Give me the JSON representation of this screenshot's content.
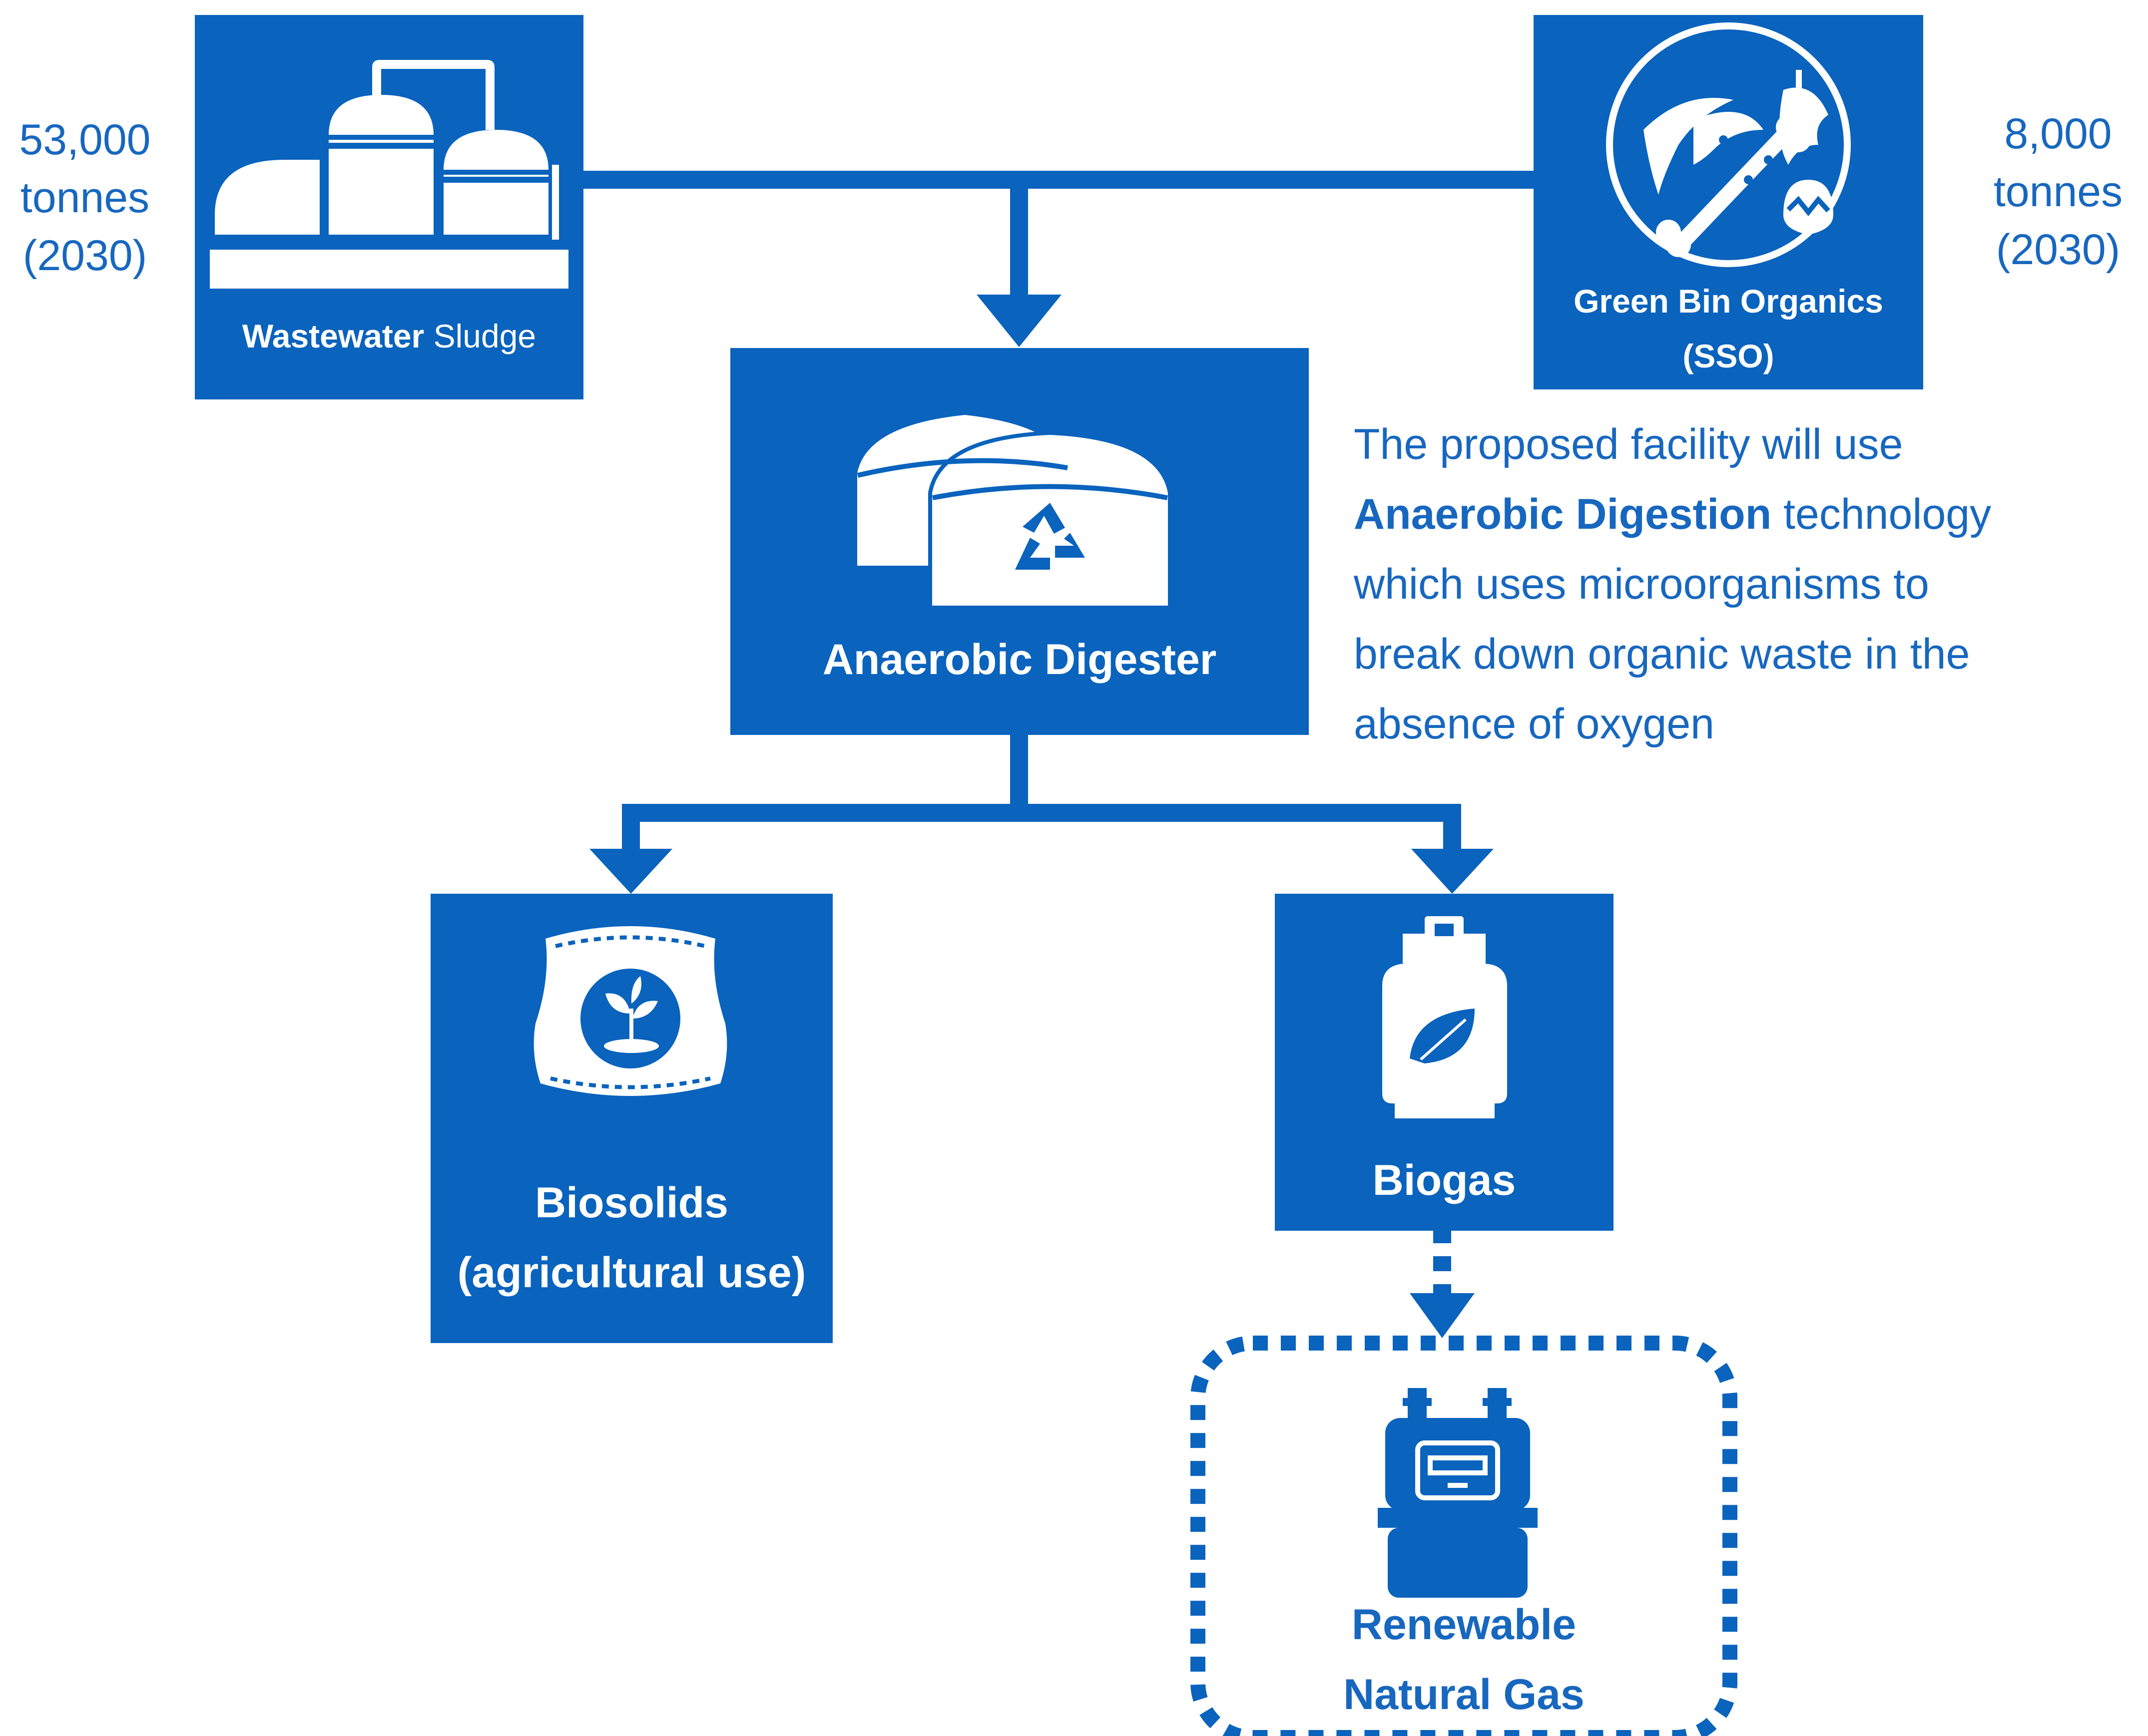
{
  "accent_color": "#0a63bd",
  "text_color": "#1767bf",
  "background_color": "#ffffff",
  "inputs": {
    "wastewater": {
      "label_bold": "Wastewater",
      "label_regular": "Sludge",
      "icon": "treatment-plant-icon",
      "amount": "53,000",
      "unit": "tonnes",
      "year": "(2030)"
    },
    "green_bin": {
      "label_line1": "Green Bin Organics",
      "label_line2": "(SSO)",
      "icon": "food-scraps-icon",
      "amount": "8,000",
      "unit": "tonnes",
      "year": "(2030)"
    }
  },
  "digester": {
    "label": "Anaerobic Digester",
    "icon": "digester-tanks-recycle-icon"
  },
  "description": {
    "line1": "The proposed facility will use",
    "bold": "Anaerobic Digestion",
    "after_bold": " technology",
    "line3": "which uses microorganisms to",
    "line4": "break down organic waste in the",
    "line5": "absence of oxygen"
  },
  "outputs": {
    "biosolids": {
      "label_line1": "Biosolids",
      "label_line2": "(agricultural use)",
      "icon": "fertilizer-bag-icon"
    },
    "biogas": {
      "label": "Biogas",
      "icon": "gas-cylinder-leaf-icon"
    },
    "rng": {
      "label_line1": "Renewable",
      "label_line2": "Natural Gas",
      "icon": "gas-meter-icon"
    }
  }
}
